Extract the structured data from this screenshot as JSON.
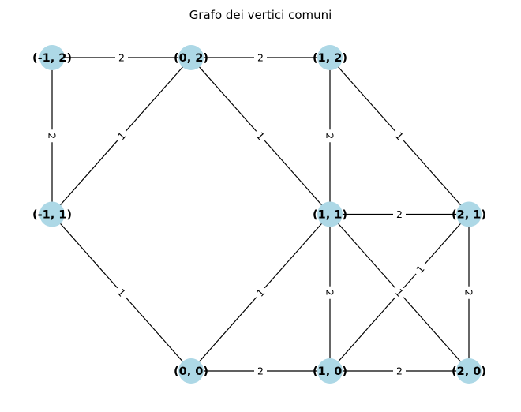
{
  "title": "Grafo dei vertici comuni",
  "colors": {
    "node": "#add8e6",
    "edge": "#000000",
    "label_bg": "#ffffff"
  },
  "nodes": [
    {
      "id": "(-1, 2)",
      "x": -1,
      "y": 2
    },
    {
      "id": "(0, 2)",
      "x": 0,
      "y": 2
    },
    {
      "id": "(1, 2)",
      "x": 1,
      "y": 2
    },
    {
      "id": "(-1, 1)",
      "x": -1,
      "y": 1
    },
    {
      "id": "(1, 1)",
      "x": 1,
      "y": 1
    },
    {
      "id": "(2, 1)",
      "x": 2,
      "y": 1
    },
    {
      "id": "(0, 0)",
      "x": 0,
      "y": 0
    },
    {
      "id": "(1, 0)",
      "x": 1,
      "y": 0
    },
    {
      "id": "(2, 0)",
      "x": 2,
      "y": 0
    }
  ],
  "edges": [
    {
      "source": "(-1, 2)",
      "target": "(0, 2)",
      "weight": "2"
    },
    {
      "source": "(0, 2)",
      "target": "(1, 2)",
      "weight": "2"
    },
    {
      "source": "(-1, 2)",
      "target": "(-1, 1)",
      "weight": "2"
    },
    {
      "source": "(0, 2)",
      "target": "(-1, 1)",
      "weight": "1"
    },
    {
      "source": "(0, 2)",
      "target": "(1, 1)",
      "weight": "1"
    },
    {
      "source": "(1, 2)",
      "target": "(1, 1)",
      "weight": "2"
    },
    {
      "source": "(1, 2)",
      "target": "(2, 1)",
      "weight": "1"
    },
    {
      "source": "(1, 1)",
      "target": "(2, 1)",
      "weight": "2"
    },
    {
      "source": "(-1, 1)",
      "target": "(0, 0)",
      "weight": "1"
    },
    {
      "source": "(1, 1)",
      "target": "(0, 0)",
      "weight": "1"
    },
    {
      "source": "(1, 1)",
      "target": "(1, 0)",
      "weight": "2"
    },
    {
      "source": "(1, 1)",
      "target": "(2, 0)",
      "weight": "1"
    },
    {
      "source": "(2, 1)",
      "target": "(1, 0)",
      "weight": "1"
    },
    {
      "source": "(2, 1)",
      "target": "(2, 0)",
      "weight": "2"
    },
    {
      "source": "(0, 0)",
      "target": "(1, 0)",
      "weight": "2"
    },
    {
      "source": "(1, 0)",
      "target": "(2, 0)",
      "weight": "2"
    }
  ]
}
